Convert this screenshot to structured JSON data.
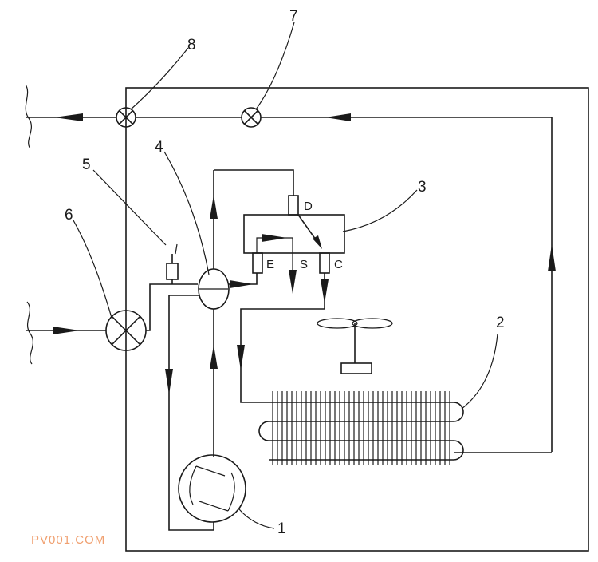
{
  "callouts": {
    "compressor": "1",
    "condenser": "2",
    "reversing_valve": "3",
    "gas_liquid_separator": "4",
    "solenoid": "5",
    "valve_6": "6",
    "valve_7": "7",
    "valve_8": "8"
  },
  "ports": {
    "discharge": "D",
    "evaporator": "E",
    "suction": "S",
    "condenser": "C"
  },
  "watermark": "PV001.COM"
}
